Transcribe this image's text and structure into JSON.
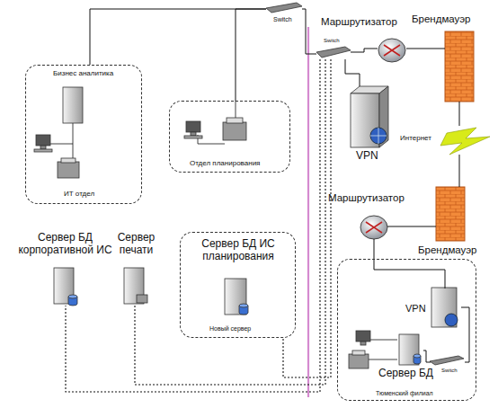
{
  "diagram": {
    "nodes": [
      {
        "text": [
          "Switch"
        ]
      },
      {
        "text": [
          "Бизнес аналитика",
          "ИТ отдел"
        ]
      },
      {
        "text": [
          "Отдел планирования"
        ]
      },
      {
        "text": [
          "Маршрутизатор"
        ]
      },
      {
        "text": [
          "Switch"
        ]
      },
      {
        "text": [
          "Брендмауэр"
        ]
      },
      {
        "text": [
          "VPN"
        ]
      },
      {
        "text": [
          "Интернет"
        ]
      },
      {
        "text": [
          "Маршрутизатор"
        ]
      },
      {
        "text": [
          "Брендмауэр"
        ]
      },
      {
        "text": [
          "Сервер БД корпоративной ИС"
        ]
      },
      {
        "text": [
          "Сервер печати"
        ]
      },
      {
        "text": [
          "Сервер БД ИС планирования",
          "Новый сервер"
        ]
      },
      {
        "text": [
          "Тюменский филиал"
        ]
      },
      {
        "text": [
          "VPN"
        ],
        "in": 13
      },
      {
        "text": [
          "Сервер БД"
        ],
        "in": 13
      },
      {
        "text": [
          "Switch"
        ],
        "in": 13
      }
    ],
    "edges": [
      {
        "from": 0,
        "to": 1,
        "arrow": "none"
      },
      {
        "from": 0,
        "to": 2,
        "arrow": "none"
      },
      {
        "from": 0,
        "to": 4,
        "arrow": "none"
      },
      {
        "from": 4,
        "to": 3,
        "arrow": "none"
      },
      {
        "from": 3,
        "to": 5,
        "arrow": "none"
      },
      {
        "from": 4,
        "to": 6,
        "arrow": "none"
      },
      {
        "from": 5,
        "to": 7,
        "arrow": "none"
      },
      {
        "from": 7,
        "to": 9,
        "arrow": "none"
      },
      {
        "from": 9,
        "to": 8,
        "arrow": "none"
      },
      {
        "from": 8,
        "to": 14,
        "arrow": "none"
      },
      {
        "from": 14,
        "to": 16,
        "arrow": "none"
      },
      {
        "from": 16,
        "to": 15,
        "arrow": "none"
      },
      {
        "from": 4,
        "to": 10,
        "arrow": "none"
      },
      {
        "from": 4,
        "to": 11,
        "arrow": "none"
      },
      {
        "from": 4,
        "to": 12,
        "arrow": "none"
      }
    ]
  }
}
